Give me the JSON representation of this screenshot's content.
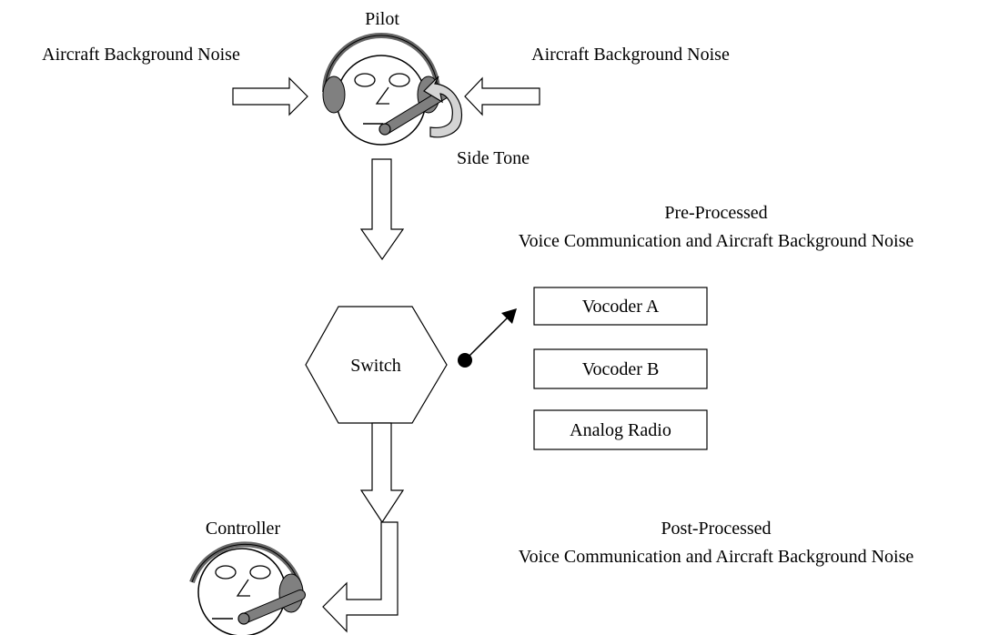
{
  "labels": {
    "pilot": "Pilot",
    "noise_left": "Aircraft Background Noise",
    "noise_right": "Aircraft Background Noise",
    "side_tone": "Side Tone",
    "pre_processed_line1": "Pre-Processed",
    "pre_processed_line2": "Voice Communication and Aircraft Background Noise",
    "switch": "Switch",
    "post_processed_line1": "Post-Processed",
    "post_processed_line2": "Voice Communication and Aircraft Background Noise",
    "controller": "Controller"
  },
  "options": [
    "Vocoder A",
    "Vocoder B",
    "Analog Radio"
  ],
  "colors": {
    "stroke": "#000000",
    "earpiece": "#808080",
    "headband": "#666666",
    "mic_boom": "#7f7f7f",
    "side_tone_fill": "#d4d4d4"
  }
}
